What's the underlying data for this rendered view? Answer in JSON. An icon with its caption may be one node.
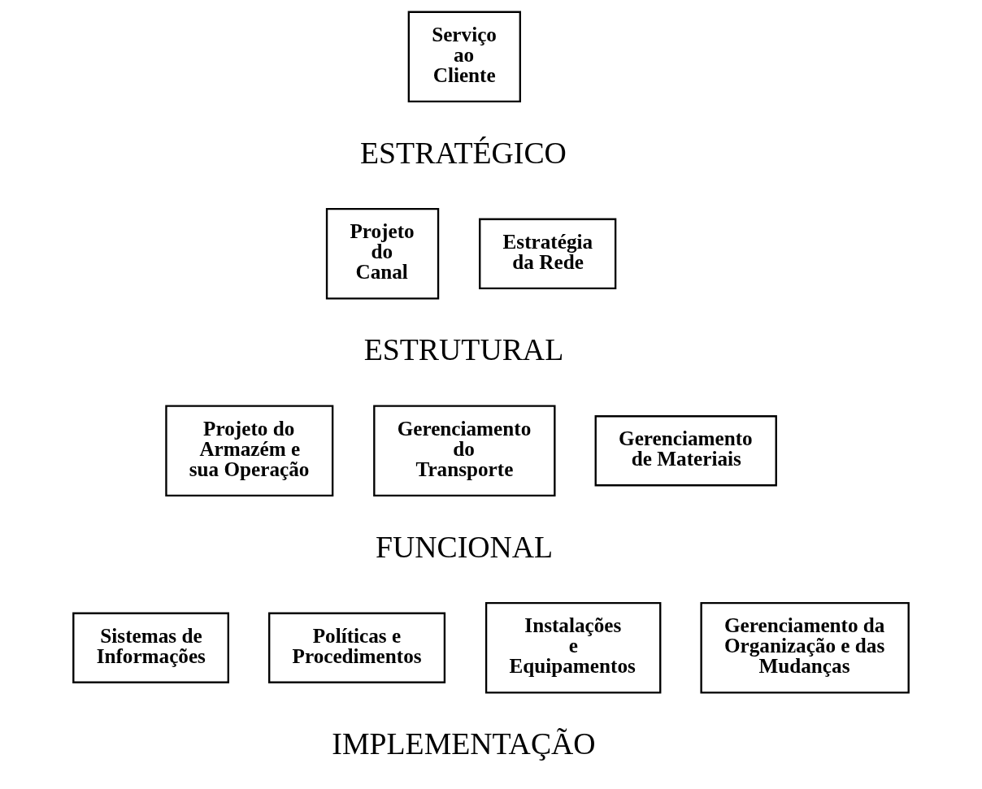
{
  "diagram": {
    "nodes": [
      {
        "text": [
          "Serviço ao Cliente"
        ]
      },
      {
        "text": [
          "Projeto do Canal"
        ]
      },
      {
        "text": [
          "Estratégia da Rede"
        ]
      },
      {
        "text": [
          "Projeto do Armazém e sua Operação"
        ]
      },
      {
        "text": [
          "Gerenciamento do Transporte"
        ]
      },
      {
        "text": [
          "Gerenciamento de Materiais"
        ]
      },
      {
        "text": [
          "Sistemas de Informações"
        ]
      },
      {
        "text": [
          "Políticas e Procedimentos"
        ]
      },
      {
        "text": [
          "Instalações e Equipamentos"
        ]
      },
      {
        "text": [
          "Gerenciamento da Organização e das Mudanças"
        ]
      }
    ],
    "labels": [
      "ESTRATÉGICO",
      "ESTRUTURAL",
      "FUNCIONAL",
      "IMPLEMENTAÇÃO"
    ]
  }
}
